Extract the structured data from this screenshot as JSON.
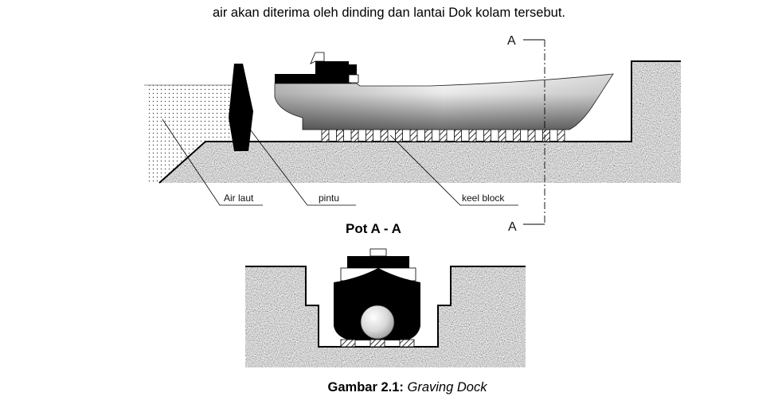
{
  "intro_text": "air akan diterima oleh dinding dan lantai Dok kolam tersebut.",
  "labels": {
    "sea_water": "Air laut",
    "gate": "pintu",
    "keel_block": "keel block",
    "section_mark_top": "A",
    "section_mark_bottom": "A"
  },
  "section_title": "Pot  A - A",
  "caption": {
    "number": "Gambar 2.1:",
    "title": "Graving Dock"
  },
  "colors": {
    "ground": "#8c8c8c",
    "ship_dark": "#000000",
    "water_dots": "#555555"
  }
}
